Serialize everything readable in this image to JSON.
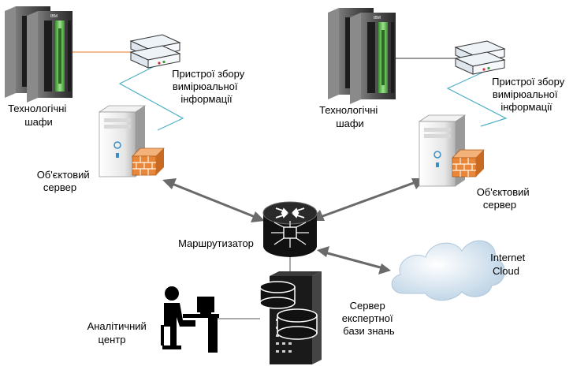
{
  "labels": {
    "cabinets_left": [
      "Технологічні",
      "шафи"
    ],
    "cabinets_right": [
      "Технологічні",
      "шафи"
    ],
    "acquisition_left": [
      "Пристрої збору",
      "вимірюальної",
      "інформації"
    ],
    "acquisition_right": [
      "Пристрої збору",
      "вимірюальної",
      "інформації"
    ],
    "object_server_left": [
      "Об'єктовий",
      "сервер"
    ],
    "object_server_right": [
      "Об'єктовий",
      "сервер"
    ],
    "router": "Маршрутизатор",
    "internet": [
      "Internet",
      "Cloud"
    ],
    "expert_server": [
      "Сервер",
      "експертної",
      "бази знань"
    ],
    "analytic_center": [
      "Аналітичний",
      "центр"
    ]
  },
  "rack_badge": "IBM",
  "colors": {
    "link_orange": "#e07a22",
    "link_cyan": "#4fb0c6",
    "arrow": "#6a6a6a",
    "rack_body": "#555555",
    "rack_front": "#2a2a2a",
    "rack_green": "#5cc04a",
    "firewall": "#e8873a",
    "cloud": "#cfe0ee",
    "router": "#111111"
  },
  "icons": [
    "rack-cabinet-icon",
    "acquisition-device-icon",
    "server-tower-icon",
    "firewall-icon",
    "router-icon",
    "cloud-icon",
    "database-server-icon",
    "operator-workstation-icon"
  ]
}
